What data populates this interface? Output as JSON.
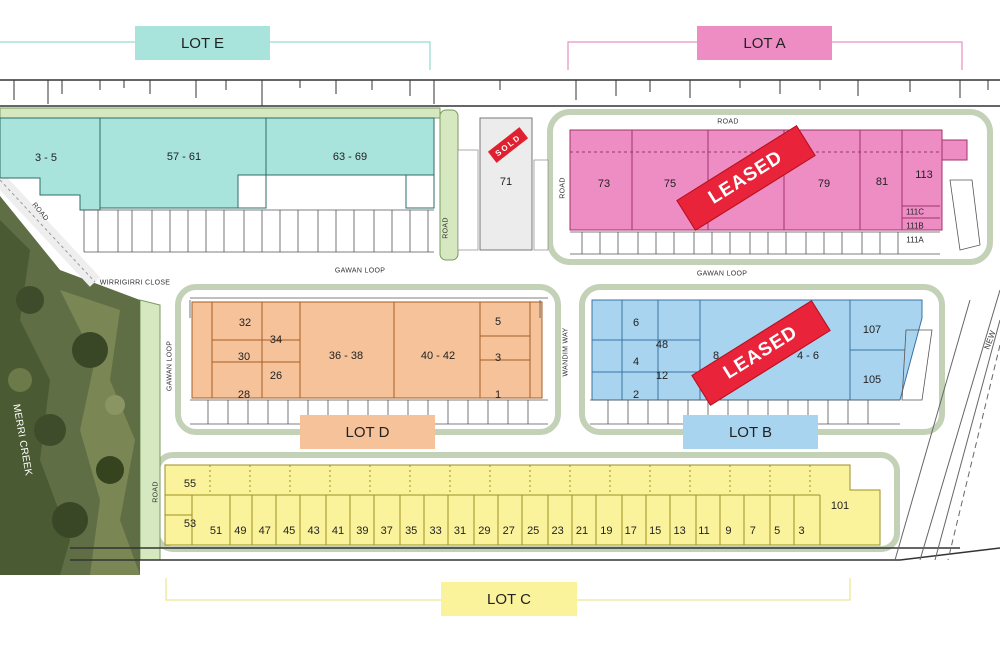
{
  "lots": {
    "e": {
      "label": "LOT E",
      "color": "#a8e3dc"
    },
    "a": {
      "label": "LOT A",
      "color": "#ee8dc4"
    },
    "d": {
      "label": "LOT D",
      "color": "#f6c29a"
    },
    "b": {
      "label": "LOT B",
      "color": "#a9d4f0"
    },
    "c": {
      "label": "LOT C",
      "color": "#fbf39c"
    }
  },
  "status": {
    "leased": "LEASED",
    "sold": "SOLD"
  },
  "roads": {
    "road": "ROAD",
    "gawan_loop": "GAWAN LOOP",
    "wirrigirri_close": "WIRRIGIRRI CLOSE",
    "wandim_way": "WANDIM WAY",
    "merri_creek": "MERRI CREEK",
    "new": "NEW"
  },
  "units": {
    "e": [
      "3 - 5",
      "57 - 61",
      "63 - 69"
    ],
    "sold_unit": "71",
    "a": [
      "73",
      "75",
      "79",
      "81",
      "113",
      "111C",
      "111B",
      "111A"
    ],
    "d": [
      "32",
      "34",
      "30",
      "26",
      "28",
      "36 - 38",
      "40 - 42",
      "5",
      "3",
      "1"
    ],
    "b": [
      "6",
      "48",
      "4",
      "12",
      "2",
      "8",
      "4 - 6",
      "107",
      "105"
    ],
    "c_top": [
      "55",
      "53",
      "101"
    ],
    "c_row": [
      "51",
      "49",
      "47",
      "45",
      "43",
      "41",
      "39",
      "37",
      "35",
      "33",
      "31",
      "29",
      "27",
      "25",
      "23",
      "21",
      "19",
      "17",
      "15",
      "13",
      "11",
      "9",
      "7",
      "5",
      "3"
    ]
  }
}
